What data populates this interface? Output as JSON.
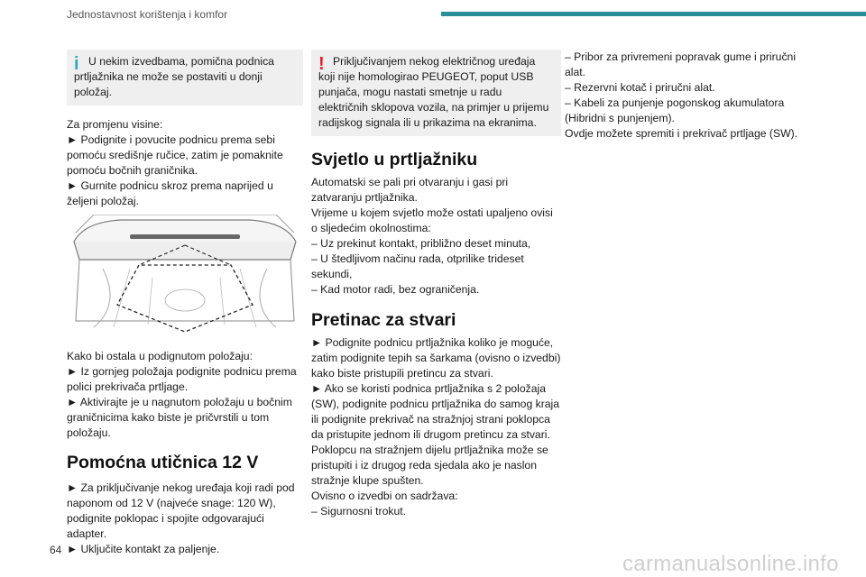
{
  "header": {
    "title": "Jednostavnost korištenja i komfor",
    "accent_color": "#2a8e96"
  },
  "col1": {
    "info_note": "U nekim izvedbama, pomična podnica prtljažnika ne može se postaviti u donji položaj.",
    "p1": [
      "Za promjenu visine:",
      "► Podignite i povucite podnicu prema sebi pomoću središnje ručice, zatim je pomaknite pomoću bočnih graničnika.",
      "► Gurnite podnicu skroz prema naprijed u željeni položaj."
    ],
    "p2": [
      "Kako bi ostala u podignutom položaju:",
      "► Iz gornjeg položaja podignite podnicu prema polici prekrivača prtljage.",
      "► Aktivirajte je u nagnutom položaju u bočnim graničnicima kako biste je pričvrstili u tom položaju."
    ],
    "heading": "Pomoćna utičnica 12 V",
    "p3": [
      "► Za priključivanje nekog uređaja koji radi pod naponom od 12 V (najveće snage: 120 W), podignite poklopac i spojite odgovarajući adapter.",
      "► Uključite kontakt za paljenje."
    ]
  },
  "col2": {
    "warn_note": "Priključivanjem nekog električnog uređaja koji nije homologirao PEUGEOT, poput USB punjača, mogu nastati smetnje u radu električnih sklopova vozila, na primjer u prijemu radijskog signala ili u prikazima na ekranima.",
    "heading1": "Svjetlo u prtljažniku",
    "p1": [
      "Automatski se pali pri otvaranju i gasi pri zatvaranju prtljažnika.",
      "Vrijeme u kojem svjetlo može ostati upaljeno ovisi o sljedećim okolnostima:",
      "–  Uz prekinut kontakt, približno deset minuta,",
      "–  U štedljivom načinu rada, otprilike trideset sekundi,",
      "–  Kad motor radi, bez ograničenja."
    ],
    "heading2": "Pretinac za stvari",
    "p2": [
      "► Podignite podnicu prtljažnika koliko je moguće, zatim podignite tepih sa šarkama (ovisno o izvedbi) kako biste pristupili pretincu za stvari.",
      "► Ako se koristi podnica prtljažnika s 2 položaja (SW), podignite podnicu prtljažnika do samog kraja ili podignite prekrivač na stražnjoj strani poklopca da pristupite jednom ili drugom pretincu za stvari.",
      "Poklopcu na stražnjem dijelu prtljažnika može se pristupiti i iz drugog reda sjedala ako je naslon stražnje klupe spušten.",
      "Ovisno o izvedbi on sadržava:",
      "–  Sigurnosni trokut."
    ]
  },
  "col3": {
    "p1": [
      "–  Pribor za privremeni popravak gume i priručni alat.",
      "–  Rezervni kotač i priručni alat.",
      "–  Kabeli za punjenje pogonskog akumulatora (Hibridni s punjenjem).",
      "Ovdje možete spremiti i prekrivač prtljage (SW)."
    ]
  },
  "footer": {
    "page_number": "64",
    "watermark": "carmanualsonline.info"
  },
  "icons": {
    "info": "i",
    "warning": "!"
  }
}
